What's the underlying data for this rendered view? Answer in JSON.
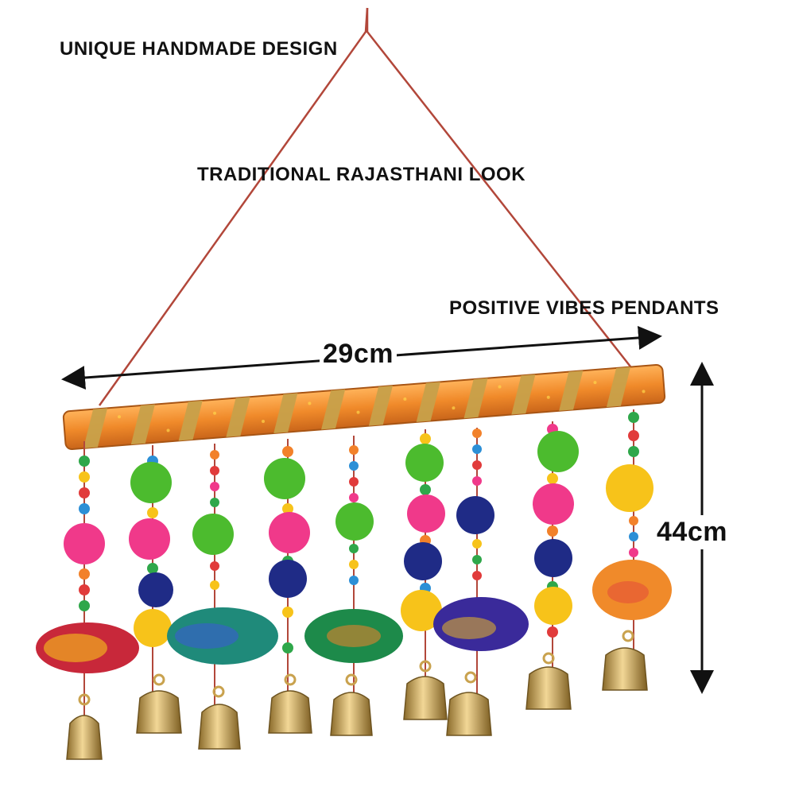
{
  "features": {
    "design": "UNIQUE HANDMADE DESIGN",
    "look": "TRADITIONAL RAJASTHANI LOOK",
    "pendants": "POSITIVE VIBES PENDANTS"
  },
  "dimensions": {
    "width": "29cm",
    "height": "44cm"
  },
  "colors": {
    "rod": "#f08a2a",
    "gold": "#c8a14a",
    "string": "#b2473a",
    "bell": "#c9a24e",
    "pink": "#f0398a",
    "green": "#4cbb2e",
    "navy": "#1f2b86",
    "yellow": "#f7c31a"
  }
}
